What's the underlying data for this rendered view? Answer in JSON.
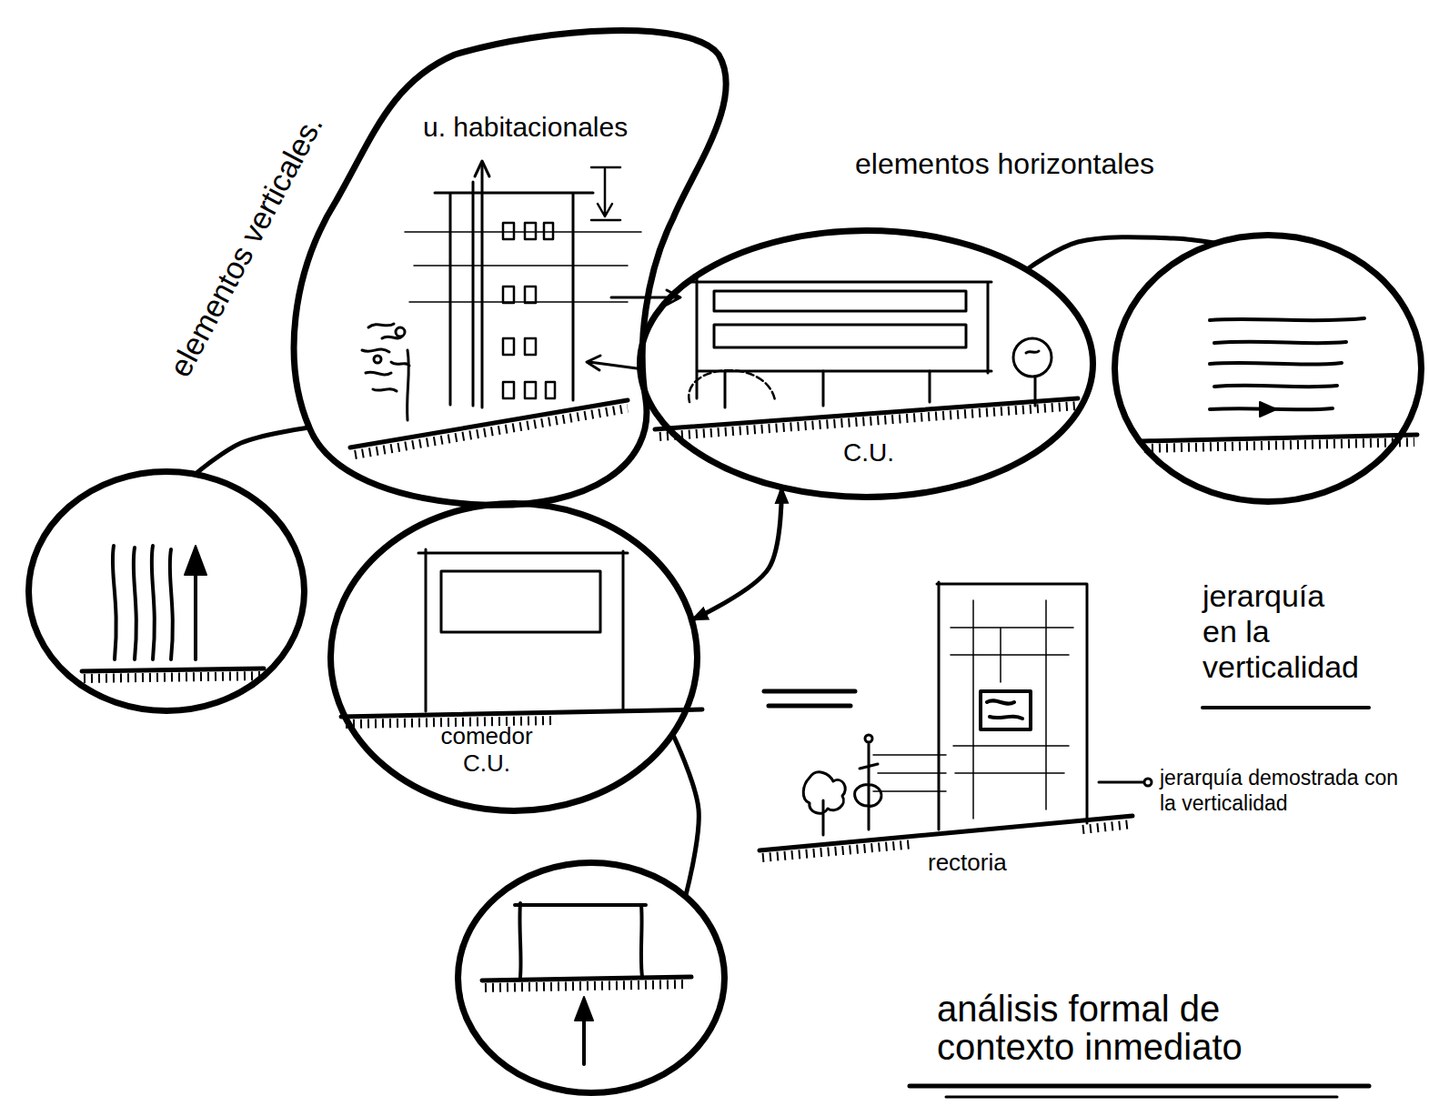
{
  "diagram": {
    "title": "análisis formal de contexto inmediato",
    "nodes": [
      {
        "text": [
          "elementos verticales.",
          "u. habitacionales"
        ]
      },
      {
        "text": [
          "elementos horizontales",
          "C.U."
        ]
      },
      {
        "text": []
      },
      {
        "text": []
      },
      {
        "text": [
          "comedor C.U."
        ]
      },
      {
        "text": []
      }
    ],
    "edges": [
      {
        "from": 0,
        "to": 3,
        "arrow": "none"
      },
      {
        "from": 1,
        "to": 2,
        "arrow": "none"
      },
      {
        "from": 4,
        "to": 5,
        "arrow": "none"
      },
      {
        "from": 1,
        "to": 4,
        "arrow": "both"
      }
    ],
    "labels": [
      "jerarquía en la verticalidad",
      "rectoria",
      "jerarquía demostrada con la verticalidad"
    ]
  }
}
